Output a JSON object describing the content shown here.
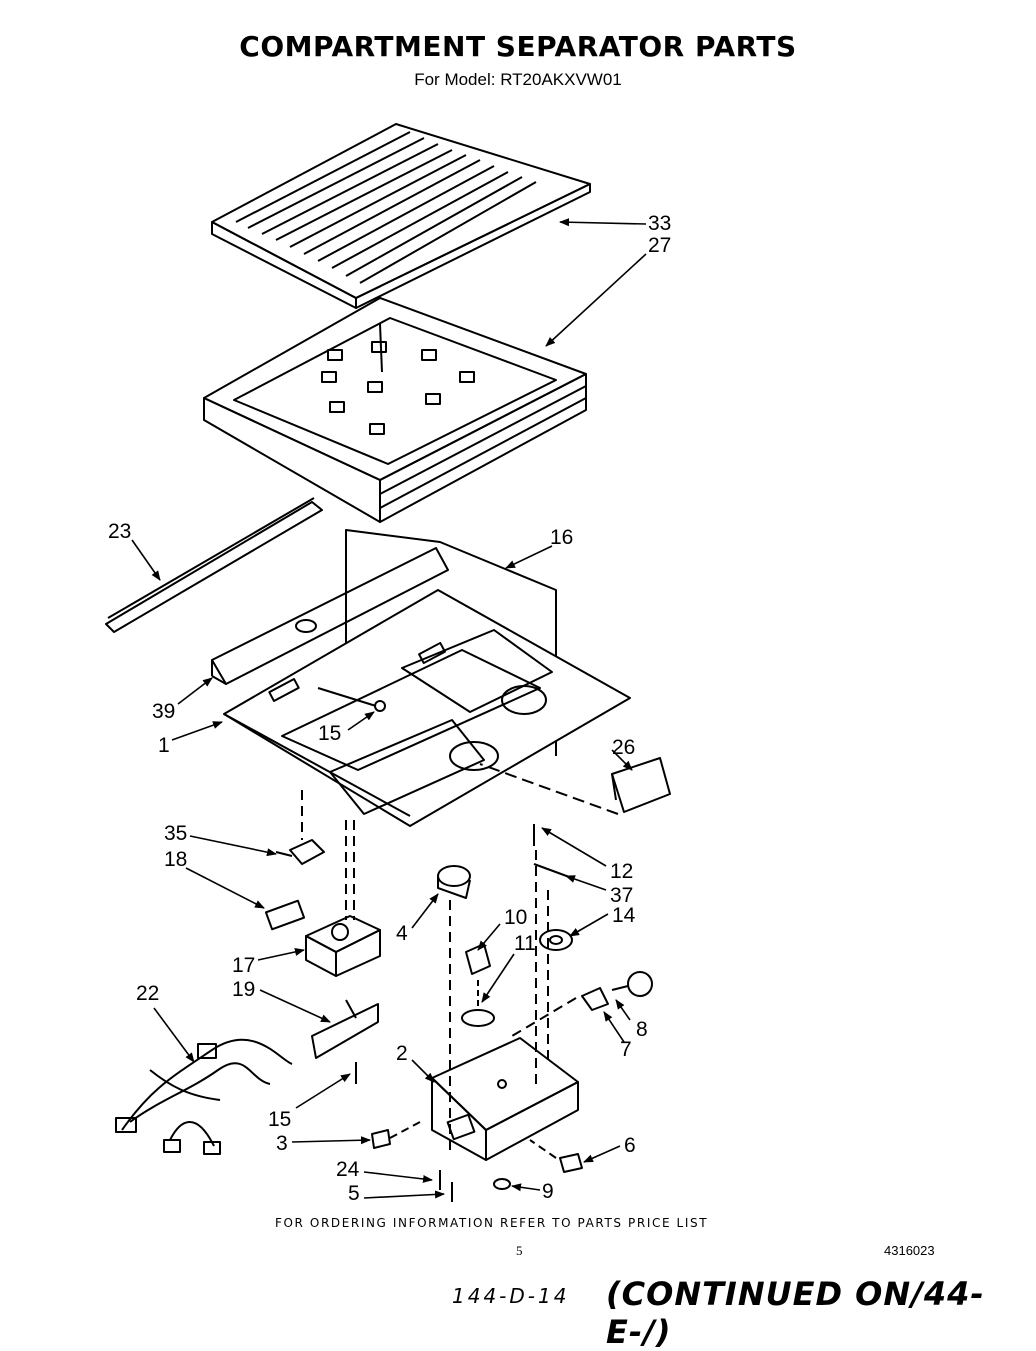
{
  "header": {
    "title": "COMPARTMENT SEPARATOR PARTS",
    "subtitle": "For Model: RT20AKXVW01"
  },
  "callouts": {
    "c33": "33",
    "c27": "27",
    "c23": "23",
    "c16": "16",
    "c39": "39",
    "c1": "1",
    "c15a": "15",
    "c26": "26",
    "c35": "35",
    "c18": "18",
    "c12": "12",
    "c37": "37",
    "c4": "4",
    "c10": "10",
    "c14": "14",
    "c11": "11",
    "c17": "17",
    "c22": "22",
    "c19": "19",
    "c8": "8",
    "c7": "7",
    "c2": "2",
    "c15b": "15",
    "c3": "3",
    "c6": "6",
    "c24": "24",
    "c9": "9",
    "c5": "5"
  },
  "footer": {
    "ordering_note": "FOR ORDERING INFORMATION REFER TO PARTS PRICE LIST",
    "page_number": "5",
    "document_number": "4316023",
    "handwritten_ref": "144-D-14",
    "continued": "(CONTINUED ON/44-E-/)"
  }
}
